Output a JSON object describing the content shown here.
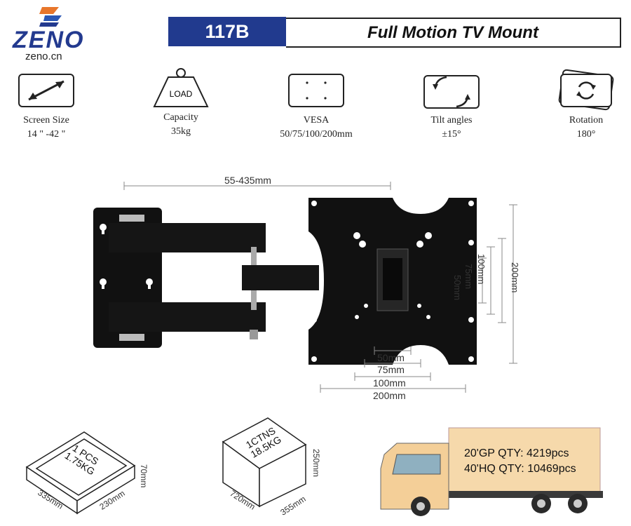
{
  "brand": {
    "name": "ZENO",
    "site": "zeno.cn"
  },
  "header": {
    "model": "117B",
    "title": "Full Motion TV Mount"
  },
  "features": [
    {
      "icon": "screen-size-arrow-icon",
      "label": "Screen Size",
      "value": "14 \" -42 \""
    },
    {
      "icon": "load-weight-icon",
      "icon_text": "LOAD",
      "label": "Capacity",
      "value": "35kg"
    },
    {
      "icon": "vesa-holes-icon",
      "label": "VESA",
      "value": "50/75/100/200mm"
    },
    {
      "icon": "tilt-arrows-icon",
      "label": "Tilt angles",
      "value": "±15°"
    },
    {
      "icon": "rotation-arrows-icon",
      "label": "Rotation",
      "value": "180°"
    }
  ],
  "diagram": {
    "extension": "55-435mm",
    "vertical": [
      "50mm",
      "75mm",
      "100mm",
      "200mm"
    ],
    "horizontal": [
      "50mm",
      "75mm",
      "100mm",
      "200mm"
    ]
  },
  "package": {
    "single": {
      "text1": "1 PCS",
      "text2": "1.75KG",
      "length": "335mm",
      "width": "230mm",
      "height": "70mm"
    },
    "carton": {
      "text1": "1CTNS",
      "text2": "18.5KG",
      "length": "720mm",
      "width": "355mm",
      "height": "250mm"
    }
  },
  "shipping": {
    "gp20": "20'GP QTY: 4219pcs",
    "hq40": "40'HQ QTY: 10469pcs"
  },
  "colors": {
    "brand_blue": "#213a8e",
    "truck_cargo": "#f6d9ab"
  }
}
